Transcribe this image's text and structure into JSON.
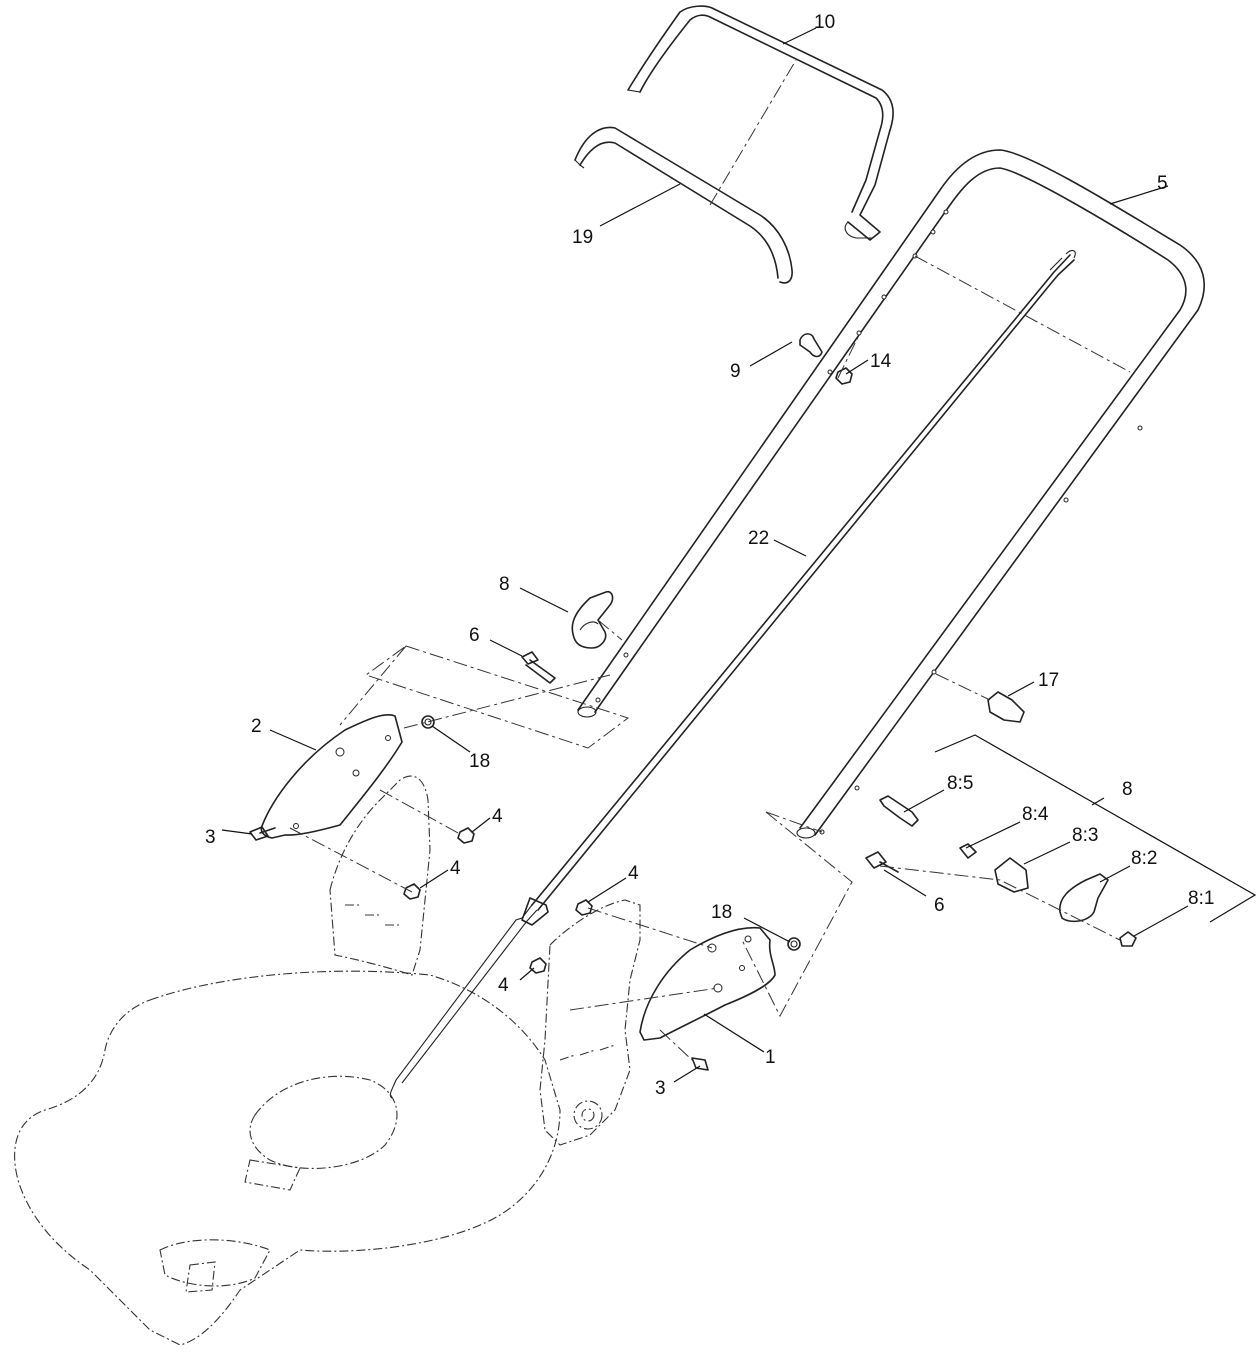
{
  "figure": {
    "callouts": {
      "c10": "10",
      "c19": "19",
      "c5": "5",
      "c9": "9",
      "c14": "14",
      "c22": "22",
      "c8_upper": "8",
      "c6_left": "6",
      "c2": "2",
      "c18_left": "18",
      "c3_left": "3",
      "c4_a": "4",
      "c4_b": "4",
      "c4_c": "4",
      "c4_d": "4",
      "c17": "17",
      "c8_group": "8",
      "c8_5": "8:5",
      "c8_4": "8:4",
      "c8_3": "8:3",
      "c8_2": "8:2",
      "c8_1": "8:1",
      "c6_right": "6",
      "c18_right": "18",
      "c1": "1",
      "c3_right": "3"
    }
  }
}
